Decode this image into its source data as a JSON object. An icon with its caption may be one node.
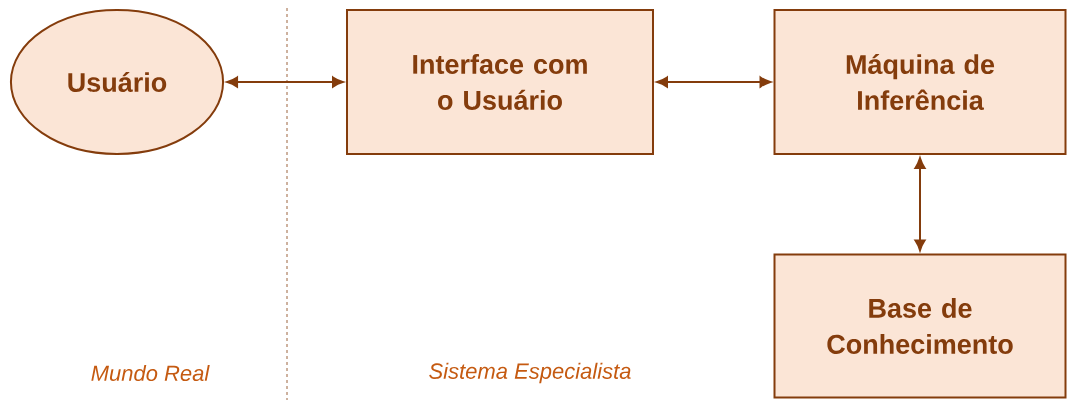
{
  "diagram": {
    "nodes": [
      {
        "text": [
          "Usuário"
        ]
      },
      {
        "text": [
          "Interface com o Usuário"
        ]
      },
      {
        "text": [
          "Máquina de Inferência"
        ]
      },
      {
        "text": [
          "Base de Conhecimento"
        ]
      }
    ],
    "edges": [
      {
        "from": 0,
        "to": 1,
        "arrow": "both"
      },
      {
        "from": 1,
        "to": 2,
        "arrow": "both"
      },
      {
        "from": 2,
        "to": 3,
        "arrow": "both"
      }
    ],
    "labels": [
      "Mundo Real",
      "Sistema Especialista"
    ]
  }
}
